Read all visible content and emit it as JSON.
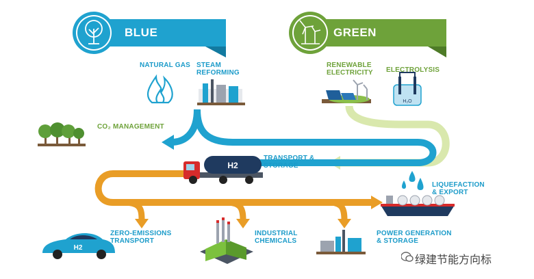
{
  "colors": {
    "blue": "#1fa2cf",
    "green": "#6ea23a",
    "orange": "#e99d26",
    "light_green": "#d6e6a8"
  },
  "banners": {
    "blue": {
      "title": "BLUE HYDROGEN",
      "icon": "tree-icon"
    },
    "green": {
      "title": "GREEN HYDROGEN",
      "icon": "wind-turbine-icon"
    }
  },
  "inputs": {
    "natural_gas": "NATURAL GAS",
    "steam_reforming": "STEAM\nREFORMING",
    "renewable_electricity": "RENEWABLE\nELECTRICITY",
    "electrolysis": "ELECTROLYSIS"
  },
  "middle": {
    "co2_management": "CO₂ MANAGEMENT",
    "transport_storage": "TRANSPORT &\nSTORAGE",
    "truck_label": "H2",
    "liquefaction_export": "LIQUEFACTION\n& EXPORT",
    "electrolysis_tank_label": "H₂O"
  },
  "outputs": {
    "zero_emissions": "ZERO-EMISSIONS\nTRANSPORT",
    "industrial_chemicals": "INDUSTRIAL\nCHEMICALS",
    "power_generation": "POWER GENERATION\n& STORAGE",
    "car_label": "H2"
  },
  "watermark": "绿建节能方向标"
}
